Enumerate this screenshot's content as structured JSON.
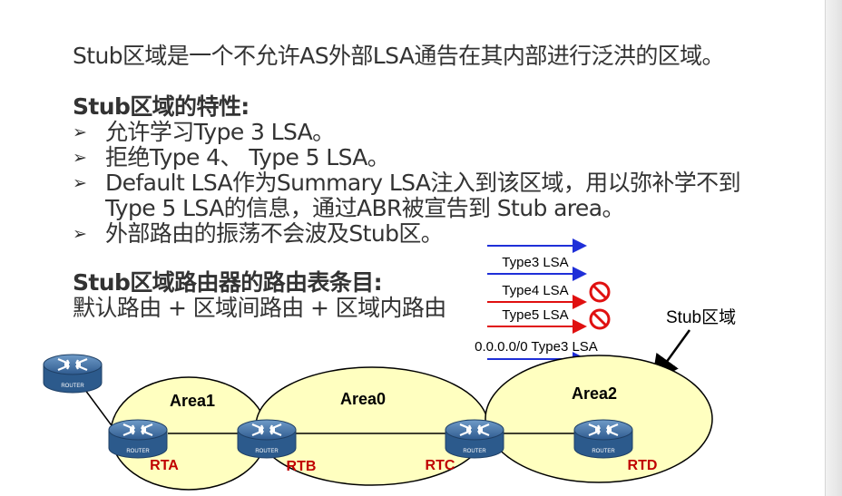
{
  "intro": "Stub区域是一个不允许AS外部LSA通告在其内部进行泛洪的区域。",
  "features": {
    "heading": "Stub区域的特性:",
    "items": [
      "允许学习Type 3 LSA。",
      "拒绝Type 4、 Type 5 LSA。",
      "Default LSA作为Summary LSA注入到该区域，用以弥补学不到",
      "Type 5 LSA的信息，通过ABR被宣告到 Stub area。",
      "外部路由的振荡不会波及Stub区。"
    ]
  },
  "routing_table": {
    "heading": "Stub区域路由器的路由表条目:",
    "line": "默认路由 + 区域间路由 + 区域内路由"
  },
  "diagram": {
    "lsa_legend": [
      {
        "label": "Type3 LSA",
        "blocked": false
      },
      {
        "label": "Type4 LSA",
        "blocked": true
      },
      {
        "label": "Type5 LSA",
        "blocked": true
      },
      {
        "label": "0.0.0.0/0 Type3 LSA",
        "blocked": false
      }
    ],
    "stub_label": "Stub区域",
    "areas": [
      "Area1",
      "Area0",
      "Area2"
    ],
    "router_badge": "ROUTER",
    "routers": [
      "RTA",
      "RTB",
      "RTC",
      "RTD"
    ],
    "colors": {
      "area_fill": "#ffffc0",
      "router_blue": "#3a6aa0",
      "router_name": "#c00000",
      "arrow_blue": "#1f2fd8",
      "arrow_red": "#e01010",
      "block_red": "#e01010"
    }
  }
}
